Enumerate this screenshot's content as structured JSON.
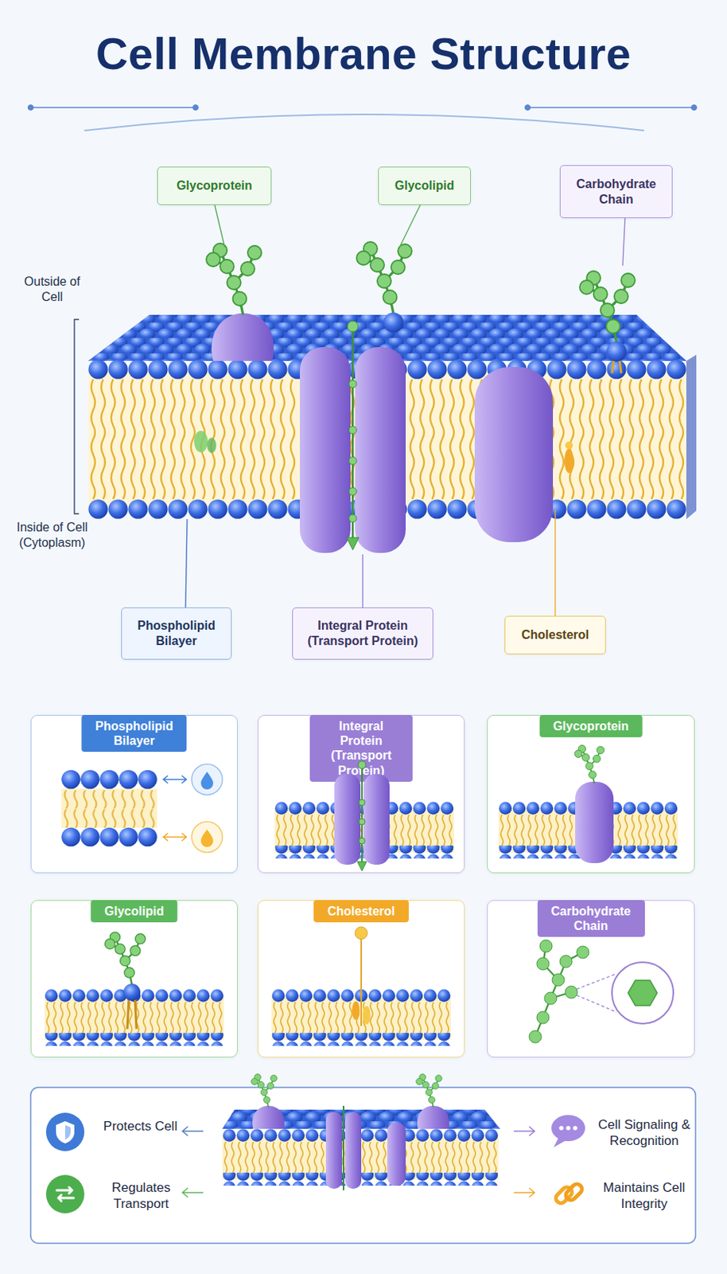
{
  "diagram": {
    "title": "Cell Membrane Structure",
    "nodes": [
      {
        "text": [
          "Glycoprotein"
        ]
      },
      {
        "text": [
          "Glycolipid"
        ]
      },
      {
        "text": [
          "Carbohydrate Chain"
        ]
      },
      {
        "text": [
          "Phospholipid Bilayer"
        ]
      },
      {
        "text": [
          "Integral Protein (Transport Protein)"
        ]
      },
      {
        "text": [
          "Cholesterol"
        ]
      },
      {
        "text": [
          "Phospholipid Bilayer"
        ]
      },
      {
        "text": [
          "Integral Protein (Transport Protein)"
        ]
      },
      {
        "text": [
          "Glycoprotein"
        ]
      },
      {
        "text": [
          "Glycolipid"
        ]
      },
      {
        "text": [
          "Cholesterol"
        ]
      },
      {
        "text": [
          "Carbohydrate Chain"
        ]
      }
    ],
    "labels": [
      "Outside of Cell",
      "Inside of Cell (Cytoplasm)",
      "Protects Cell",
      "Regulates Transport",
      "Cell Signaling & Recognition",
      "Maintains Cell Integrity"
    ]
  }
}
